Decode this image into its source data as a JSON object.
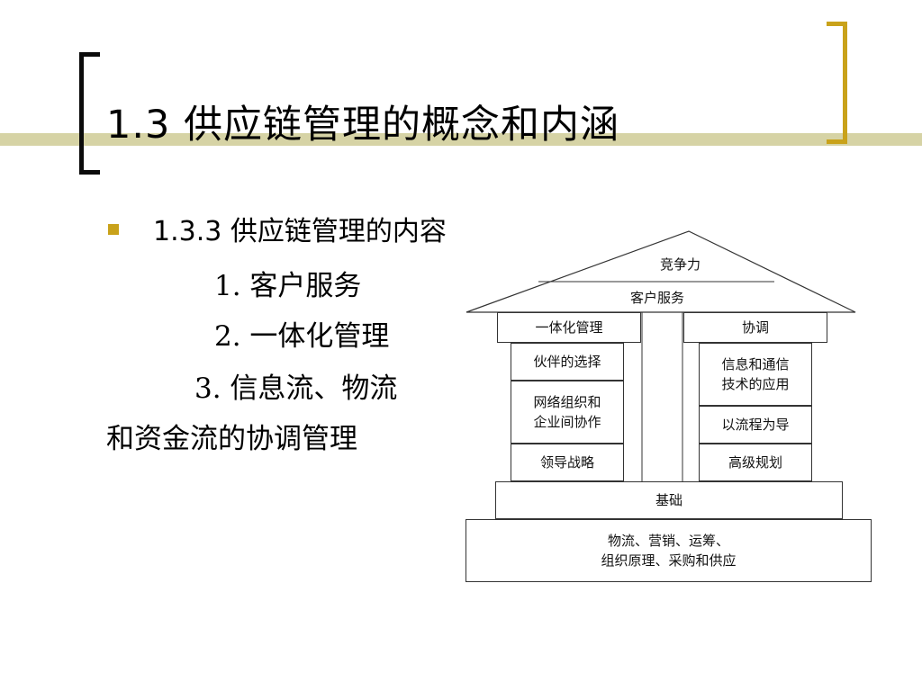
{
  "title": "1.3  供应链管理的概念和内涵",
  "bullet": "1.3.3 供应链管理的内容",
  "items": [
    "1. 客户服务",
    "2. 一体化管理",
    "3. 信息流、物流",
    "和资金流的协调管理"
  ],
  "diagram": {
    "roof_top": "竞争力",
    "roof_band": "客户服务",
    "left_header": "一体化管理",
    "right_header": "协调",
    "left_column": [
      "伙伴的选择",
      "网络组织和\n企业间协作",
      "领导战略"
    ],
    "right_column": [
      "信息和通信\n技术的应用",
      "以流程为导",
      "高级规划"
    ],
    "foundation": "基础",
    "base_line1": "物流、营销、运筹、",
    "base_line2": "组织原理、采购和供应"
  },
  "colors": {
    "accent": "#c9a21a",
    "band": "#d6d3a5"
  }
}
